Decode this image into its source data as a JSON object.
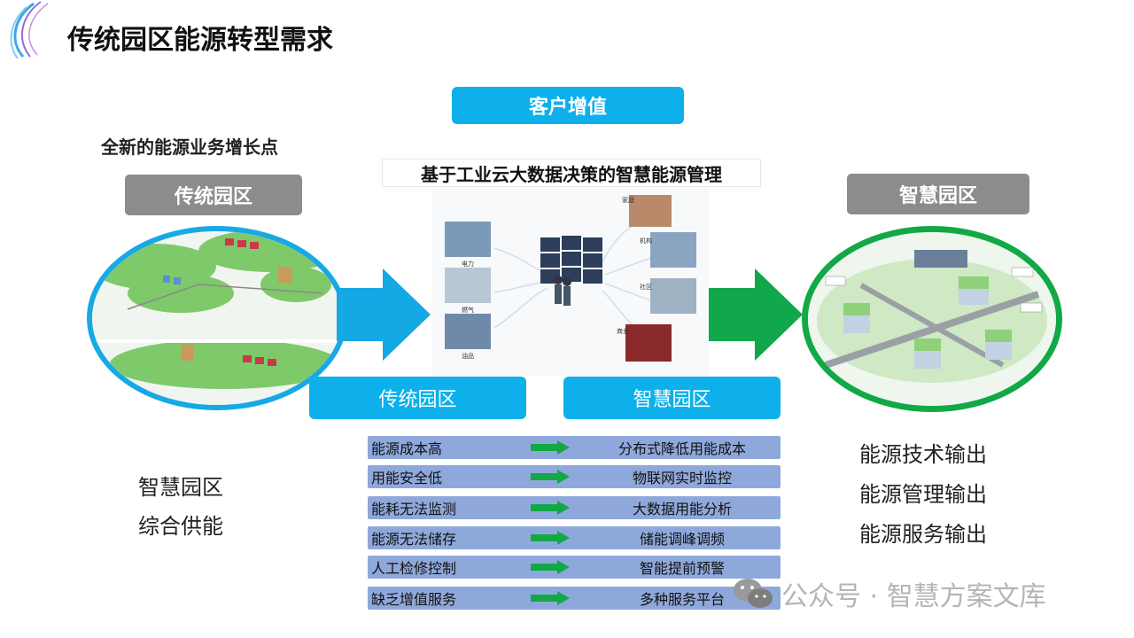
{
  "header": {
    "title": "传统园区能源转型需求"
  },
  "banner": {
    "label": "客户增值"
  },
  "left": {
    "subtitle": "全新的能源业务增长点",
    "tag": "传统园区"
  },
  "center": {
    "caption": "基于工业云大数据决策的智慧能源管理",
    "sources": [
      "电力",
      "燃气",
      "油品"
    ],
    "consumers": [
      "家庭",
      "机构",
      "社区",
      "商业"
    ]
  },
  "right": {
    "tag": "智慧园区"
  },
  "columns": {
    "left_header": "传统园区",
    "right_header": "智慧园区"
  },
  "comparison": [
    {
      "problem": "能源成本高",
      "solution": "分布式降低用能成本"
    },
    {
      "problem": "用能安全低",
      "solution": "物联网实时监控"
    },
    {
      "problem": "能耗无法监测",
      "solution": "大数据用能分析"
    },
    {
      "problem": "能源无法储存",
      "solution": "储能调峰调频"
    },
    {
      "problem": "人工检修控制",
      "solution": "智能提前预警"
    },
    {
      "problem": "缺乏增值服务",
      "solution": "多种服务平台"
    }
  ],
  "bottom_left": {
    "line1": "智慧园区",
    "line2": "综合供能"
  },
  "outputs": [
    "能源技术输出",
    "能源管理输出",
    "能源服务输出"
  ],
  "watermark": {
    "text": "公众号 · 智慧方案文库"
  },
  "colors": {
    "accent_blue": "#0db0ea",
    "accent_green": "#10a84a",
    "tag_grey": "#8c8c8c",
    "row_blue": "#8fa8db"
  }
}
